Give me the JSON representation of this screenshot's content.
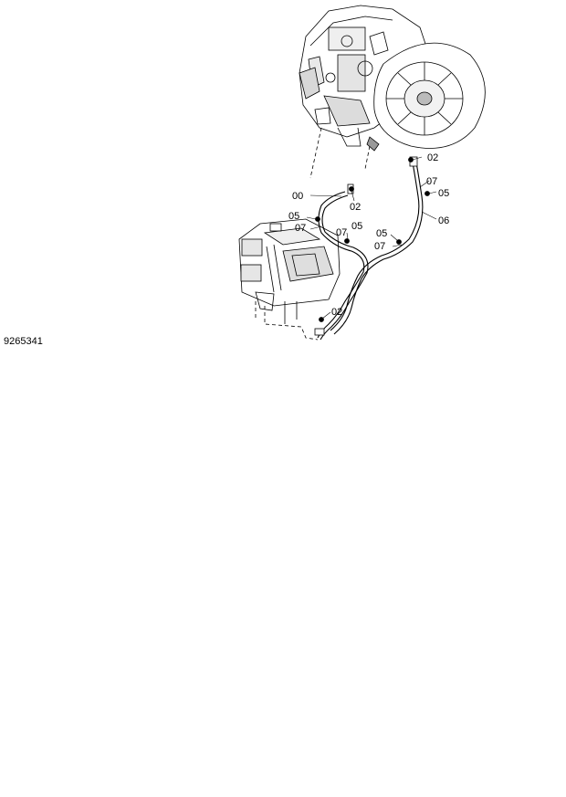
{
  "figure_number": "9265341",
  "callouts": {
    "c00": "00",
    "c02_a": "02",
    "c02_b": "02",
    "c02_c": "02",
    "c05_a": "05",
    "c05_b": "05",
    "c05_c": "05",
    "c05_d": "05",
    "c06": "06",
    "c07_a": "07",
    "c07_b": "07",
    "c07_c": "07"
  }
}
